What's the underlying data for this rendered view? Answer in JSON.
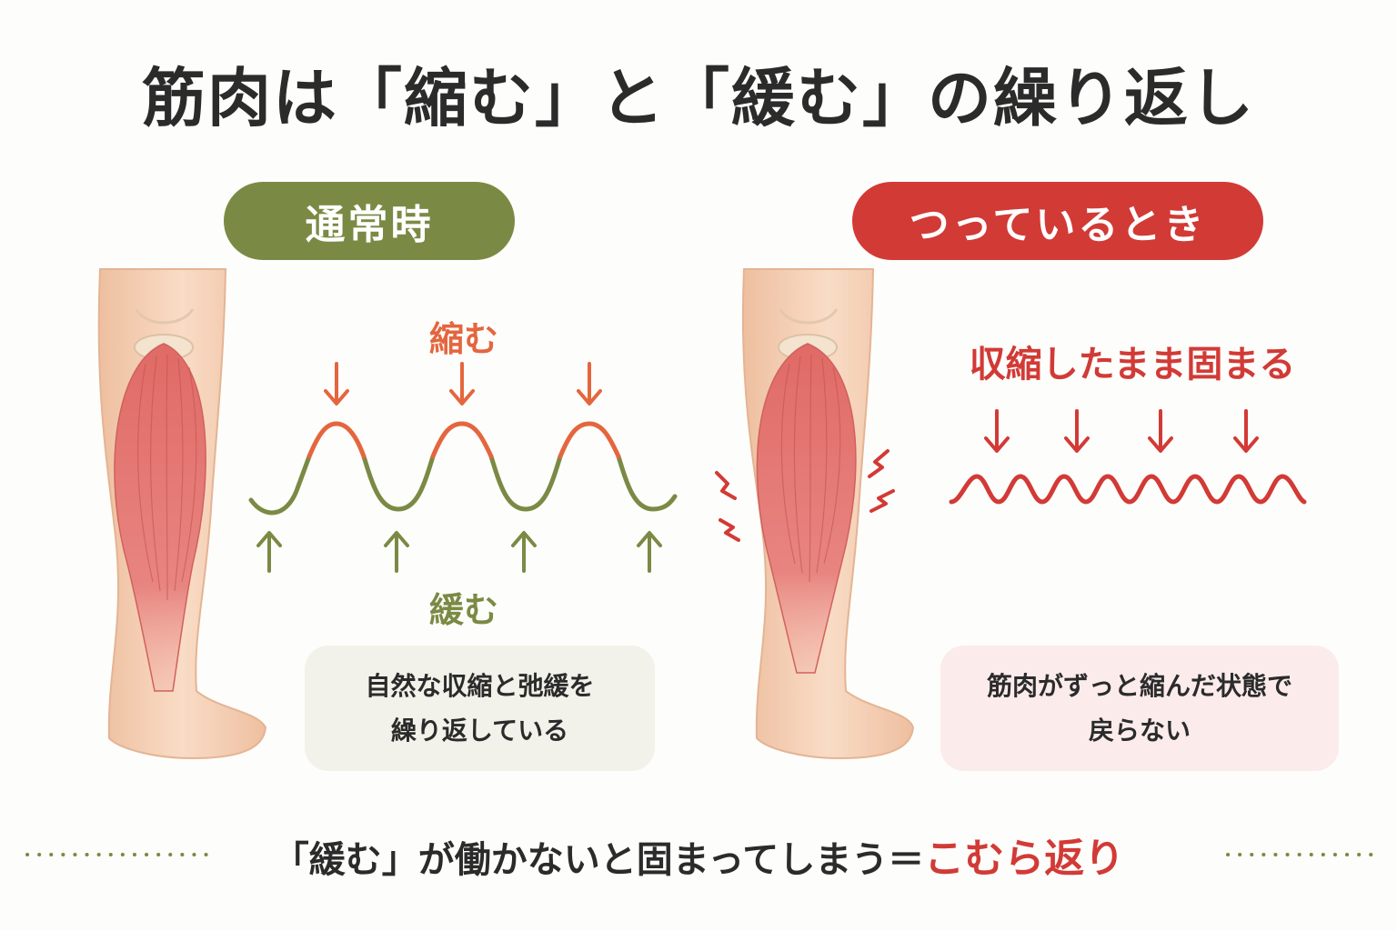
{
  "title": "筋肉は「縮む」と「緩む」の繰り返し",
  "normal": {
    "badge": "通常時",
    "contract_label": "縮む",
    "relax_label": "緩む",
    "description_line1": "自然な収縮と弛緩を",
    "description_line2": "繰り返している"
  },
  "cramp": {
    "badge": "つっているとき",
    "state_label": "収縮したまま固まる",
    "description_line1": "筋肉がずっと縮んだ状態で",
    "description_line2": "戻らない"
  },
  "conclusion": {
    "text": "「緩む」が働かないと固まってしまう＝",
    "highlight": "こむら返り"
  },
  "colors": {
    "green": "#7a8a44",
    "red": "#d23a36",
    "orange": "#e4663f",
    "skin": "#f6d5bd",
    "muscle": "#e2746f"
  }
}
